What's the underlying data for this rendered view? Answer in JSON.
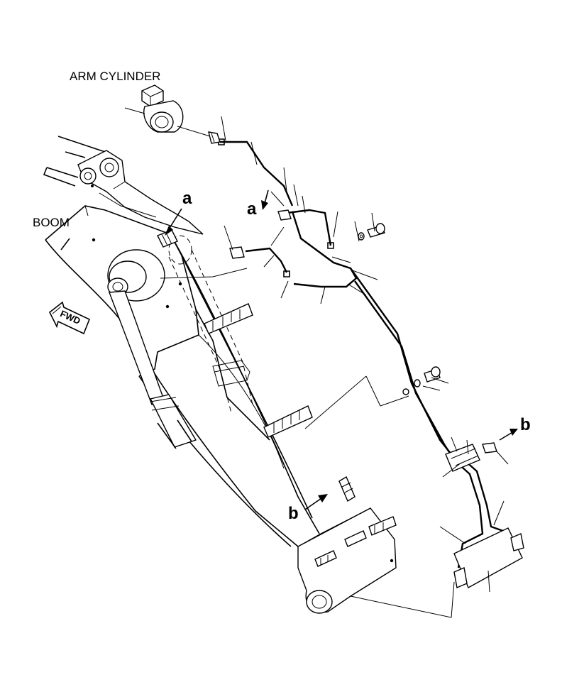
{
  "labels": {
    "arm_cylinder": "ARM CYLINDER",
    "boom": "BOOM",
    "fwd": "FWD",
    "ref_a_upper": "a",
    "ref_a_lower": "a",
    "ref_b_right": "b",
    "ref_b_left": "b"
  }
}
